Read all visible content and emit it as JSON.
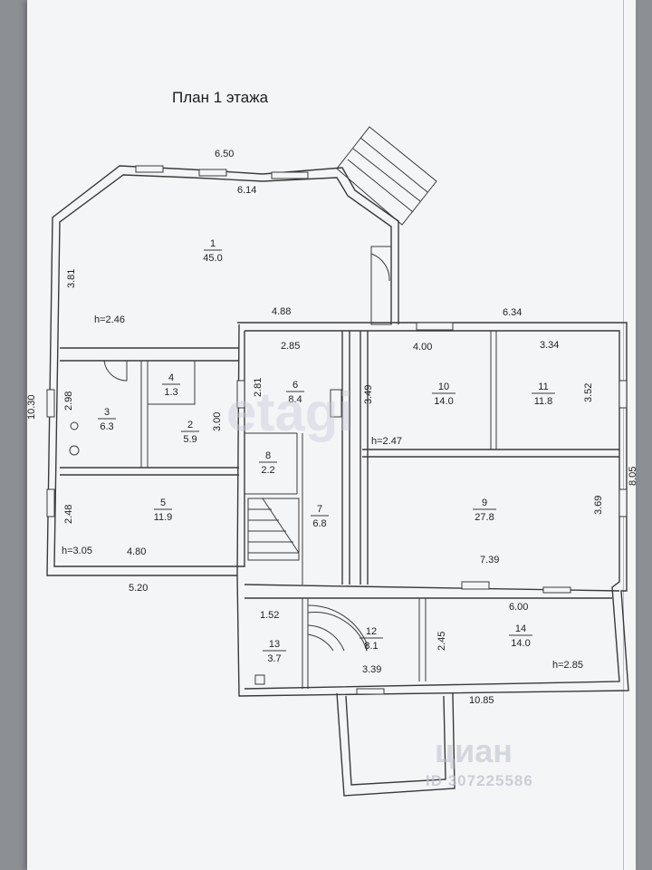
{
  "title": "План 1 этажа",
  "rooms": [
    {
      "num": "1",
      "area": "45.0"
    },
    {
      "num": "2",
      "area": "5.9"
    },
    {
      "num": "3",
      "area": "6.3"
    },
    {
      "num": "4",
      "area": "1.3"
    },
    {
      "num": "5",
      "area": "11.9"
    },
    {
      "num": "6",
      "area": "8.4"
    },
    {
      "num": "7",
      "area": "6.8"
    },
    {
      "num": "8",
      "area": "2.2"
    },
    {
      "num": "9",
      "area": "27.8"
    },
    {
      "num": "10",
      "area": "14.0"
    },
    {
      "num": "11",
      "area": "11.8"
    },
    {
      "num": "12",
      "area": "8.1"
    },
    {
      "num": "13",
      "area": "3.7"
    },
    {
      "num": "14",
      "area": "14.0"
    }
  ],
  "dimensions": {
    "top_outer": "6.50",
    "top_inner": "6.14",
    "left_total": "10.30",
    "room1_height": "3.81",
    "room1_width": "4.88",
    "right_top": "6.34",
    "room6_w": "2.85",
    "room10_w": "4.00",
    "room11_w": "3.34",
    "room6_h": "2.81",
    "room10_h": "3.49",
    "room11_h": "3.52",
    "room3_h": "2.98",
    "room2_h": "3.00",
    "right_total": "8.05",
    "room9_h": "3.69",
    "room5_h": "2.48",
    "room5_w": "4.80",
    "bottom_left": "5.20",
    "room9_w": "7.39",
    "room14_w": "6.00",
    "room13_w": "1.52",
    "room14_h": "2.45",
    "room12_w": "3.39",
    "bottom_right": "10.85"
  },
  "heights": {
    "room1": "h=2.46",
    "room9": "h=2.47",
    "room5": "h=3.05",
    "room14": "h=2.85"
  },
  "watermarks": {
    "etagi": "etagi",
    "cian": "циан",
    "listing_id": "ID 307225586"
  }
}
